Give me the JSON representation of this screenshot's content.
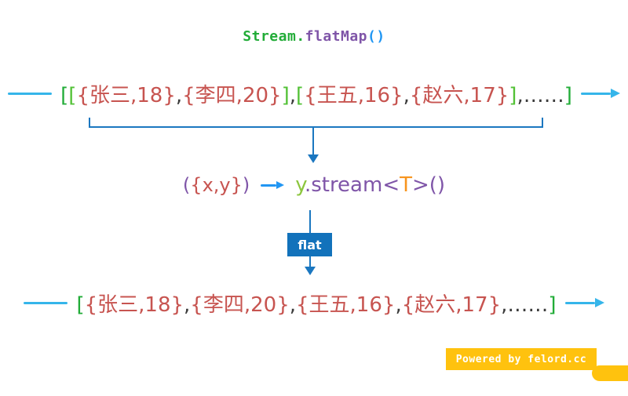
{
  "palette": {
    "bg": "#ffffff",
    "cyan": "#35b5ea",
    "blue": "#1b77c0",
    "arrowBlue": "#2196f3",
    "green1": "#22ac38",
    "green2": "#52c136",
    "red": "#c75450",
    "dark": "#3b3b3b",
    "purple": "#7f55a8",
    "lgreen": "#8cc63e",
    "orange": "#f7941e",
    "badgeBlue": "#1272bb",
    "badgeText": "#ffffff",
    "banner": "#ffc20e",
    "bannerText": "#ffffff"
  },
  "title": {
    "segments": [
      {
        "t": "Stream.",
        "c": "green1"
      },
      {
        "t": "flatMap",
        "c": "purple"
      },
      {
        "t": "()",
        "c": "arrowBlue"
      }
    ]
  },
  "nested_stream_row": {
    "segments": [
      {
        "t": "[",
        "c": "green1"
      },
      {
        "t": "[",
        "c": "green2"
      },
      {
        "t": "{张三,18}",
        "c": "red"
      },
      {
        "t": ",",
        "c": "dark"
      },
      {
        "t": "{李四,20}",
        "c": "red"
      },
      {
        "t": "]",
        "c": "green2"
      },
      {
        "t": ",",
        "c": "dark"
      },
      {
        "t": "[",
        "c": "green2"
      },
      {
        "t": "{王五,16}",
        "c": "red"
      },
      {
        "t": ",",
        "c": "dark"
      },
      {
        "t": "{赵六,17}",
        "c": "red"
      },
      {
        "t": "]",
        "c": "green2"
      },
      {
        "t": ",……",
        "c": "dark"
      },
      {
        "t": "]",
        "c": "green1"
      }
    ]
  },
  "mapper_row": {
    "lambda_segments": [
      {
        "t": "(",
        "c": "purple"
      },
      {
        "t": "{x,y}",
        "c": "red"
      },
      {
        "t": ")",
        "c": "purple"
      }
    ],
    "stream_segments": [
      {
        "t": "y",
        "c": "lgreen"
      },
      {
        "t": ".stream<",
        "c": "purple"
      },
      {
        "t": "T",
        "c": "orange"
      },
      {
        "t": ">()",
        "c": "purple"
      }
    ]
  },
  "flat_badge": {
    "label": "flat"
  },
  "flat_stream_row": {
    "segments": [
      {
        "t": "[",
        "c": "green1"
      },
      {
        "t": "{张三,18}",
        "c": "red"
      },
      {
        "t": ",",
        "c": "dark"
      },
      {
        "t": "{李四,20}",
        "c": "red"
      },
      {
        "t": ",",
        "c": "dark"
      },
      {
        "t": "{王五,16}",
        "c": "red"
      },
      {
        "t": ",",
        "c": "dark"
      },
      {
        "t": "{赵六,17}",
        "c": "red"
      },
      {
        "t": ",……",
        "c": "dark"
      },
      {
        "t": "]",
        "c": "green1"
      }
    ]
  },
  "banner": {
    "label": "Powered by felord.cc"
  }
}
